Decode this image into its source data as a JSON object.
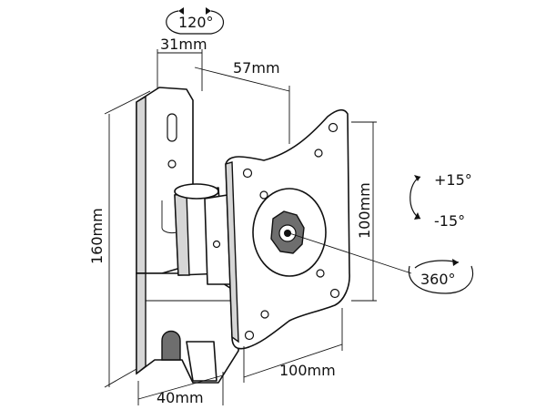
{
  "labels": {
    "rotate_top": "120°",
    "depth_top": "31mm",
    "extension": "57mm",
    "height_left": "160mm",
    "plate_height": "100mm",
    "plate_width": "100mm",
    "base_width": "40mm",
    "tilt_up": "+15°",
    "tilt_down": "-15°",
    "rotate_plate": "360°"
  },
  "colors": {
    "line": "#111111",
    "shade": "#d6d6d6",
    "dark": "#6e6e6e"
  }
}
